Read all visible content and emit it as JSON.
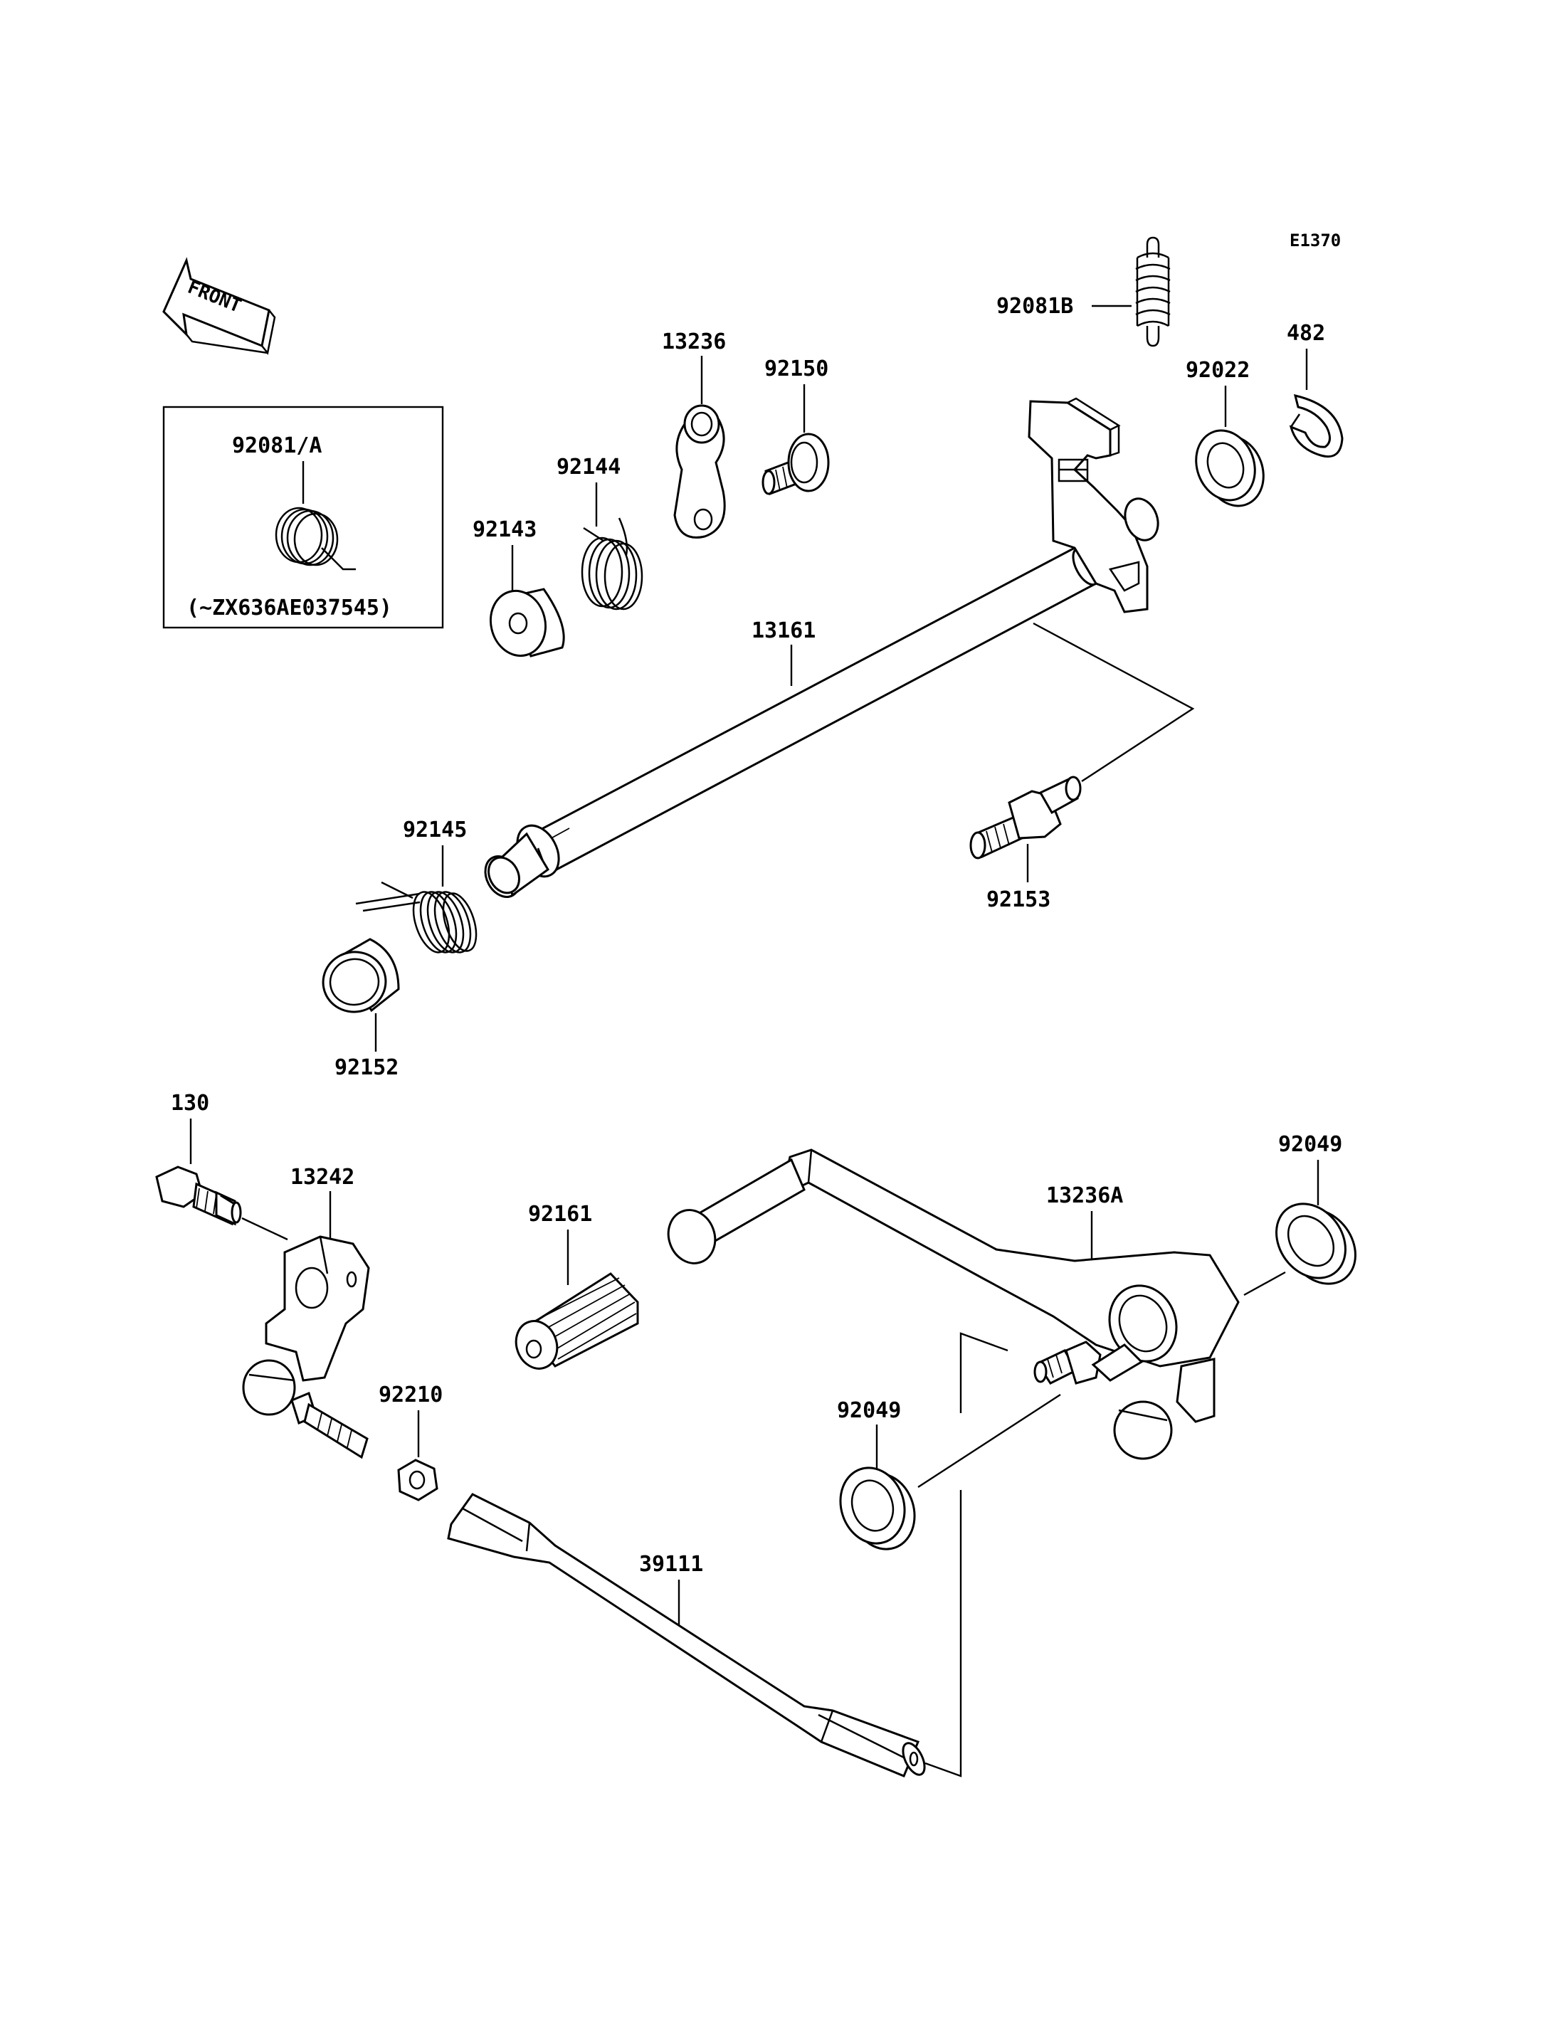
{
  "diagram_code": "E1370",
  "front_label": "FRONT",
  "inset_note": "(~ZX636AE037545)",
  "parts": [
    {
      "id": "p92081a",
      "label": "92081/A"
    },
    {
      "id": "p13236",
      "label": "13236"
    },
    {
      "id": "p92150",
      "label": "92150"
    },
    {
      "id": "p92081b",
      "label": "92081B"
    },
    {
      "id": "p482",
      "label": "482"
    },
    {
      "id": "p92022",
      "label": "92022"
    },
    {
      "id": "p92144",
      "label": "92144"
    },
    {
      "id": "p92143",
      "label": "92143"
    },
    {
      "id": "p13161",
      "label": "13161"
    },
    {
      "id": "p92145",
      "label": "92145"
    },
    {
      "id": "p92153",
      "label": "92153"
    },
    {
      "id": "p92152",
      "label": "92152"
    },
    {
      "id": "p130",
      "label": "130"
    },
    {
      "id": "p13242",
      "label": "13242"
    },
    {
      "id": "p92161",
      "label": "92161"
    },
    {
      "id": "p13236a",
      "label": "13236A"
    },
    {
      "id": "p92049a",
      "label": "92049"
    },
    {
      "id": "p92049b",
      "label": "92049"
    },
    {
      "id": "p92210",
      "label": "92210"
    },
    {
      "id": "p39111",
      "label": "39111"
    }
  ]
}
